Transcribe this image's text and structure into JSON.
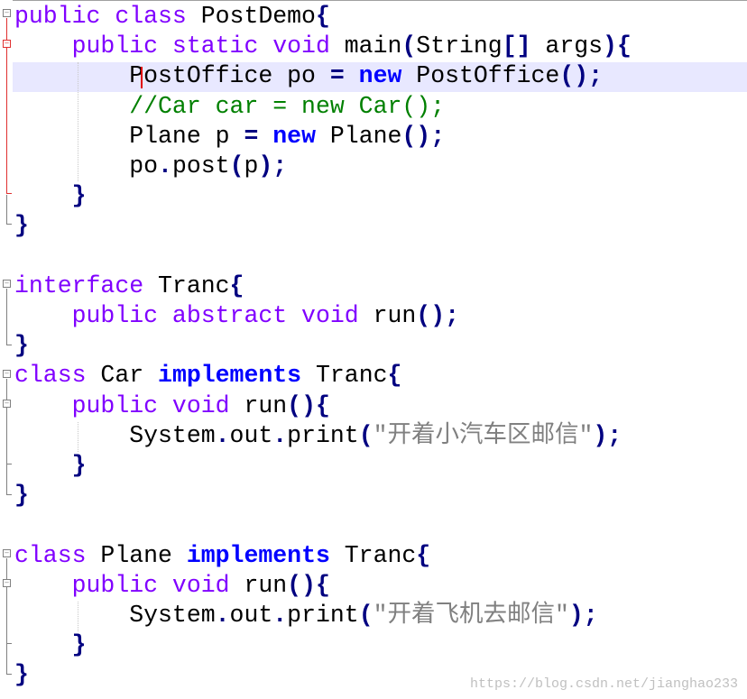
{
  "editor": {
    "lines": [
      {
        "segments": [
          {
            "t": "public class ",
            "c": "kw"
          },
          {
            "t": "PostDemo",
            "c": ""
          },
          {
            "t": "{",
            "c": "op"
          }
        ]
      },
      {
        "segments": [
          {
            "t": "    public static void ",
            "c": "kw"
          },
          {
            "t": "main",
            "c": ""
          },
          {
            "t": "(",
            "c": "op"
          },
          {
            "t": "String",
            "c": ""
          },
          {
            "t": "[]",
            "c": "op"
          },
          {
            "t": " args",
            "c": ""
          },
          {
            "t": "){",
            "c": "op"
          }
        ]
      },
      {
        "segments": [
          {
            "t": "        PostOffice po ",
            "c": ""
          },
          {
            "t": "=",
            "c": "op"
          },
          {
            "t": " ",
            "c": ""
          },
          {
            "t": "new",
            "c": "kb"
          },
          {
            "t": " PostOffice",
            "c": ""
          },
          {
            "t": "();",
            "c": "op"
          }
        ]
      },
      {
        "segments": [
          {
            "t": "        //Car car = new Car();",
            "c": "cm"
          }
        ]
      },
      {
        "segments": [
          {
            "t": "        Plane p ",
            "c": ""
          },
          {
            "t": "=",
            "c": "op"
          },
          {
            "t": " ",
            "c": ""
          },
          {
            "t": "new",
            "c": "kb"
          },
          {
            "t": " Plane",
            "c": ""
          },
          {
            "t": "();",
            "c": "op"
          }
        ]
      },
      {
        "segments": [
          {
            "t": "        po",
            "c": ""
          },
          {
            "t": ".",
            "c": "op"
          },
          {
            "t": "post",
            "c": ""
          },
          {
            "t": "(",
            "c": "op"
          },
          {
            "t": "p",
            "c": ""
          },
          {
            "t": ");",
            "c": "op"
          }
        ]
      },
      {
        "segments": [
          {
            "t": "    }",
            "c": "op"
          }
        ]
      },
      {
        "segments": [
          {
            "t": "}",
            "c": "op"
          }
        ]
      },
      {
        "segments": []
      },
      {
        "segments": [
          {
            "t": "interface ",
            "c": "kw"
          },
          {
            "t": "Tranc",
            "c": ""
          },
          {
            "t": "{",
            "c": "op"
          }
        ]
      },
      {
        "segments": [
          {
            "t": "    public abstract void ",
            "c": "kw"
          },
          {
            "t": "run",
            "c": ""
          },
          {
            "t": "();",
            "c": "op"
          }
        ]
      },
      {
        "segments": [
          {
            "t": "}",
            "c": "op"
          }
        ]
      },
      {
        "segments": [
          {
            "t": "class ",
            "c": "kw"
          },
          {
            "t": "Car ",
            "c": ""
          },
          {
            "t": "implements",
            "c": "kb"
          },
          {
            "t": " Tranc",
            "c": ""
          },
          {
            "t": "{",
            "c": "op"
          }
        ]
      },
      {
        "segments": [
          {
            "t": "    public void ",
            "c": "kw"
          },
          {
            "t": "run",
            "c": ""
          },
          {
            "t": "(){",
            "c": "op"
          }
        ]
      },
      {
        "segments": [
          {
            "t": "        System",
            "c": ""
          },
          {
            "t": ".",
            "c": "op"
          },
          {
            "t": "out",
            "c": ""
          },
          {
            "t": ".",
            "c": "op"
          },
          {
            "t": "print",
            "c": ""
          },
          {
            "t": "(",
            "c": "op"
          },
          {
            "t": "\"开着小汽车区邮信\"",
            "c": "str"
          },
          {
            "t": ");",
            "c": "op"
          }
        ]
      },
      {
        "segments": [
          {
            "t": "    }",
            "c": "op"
          }
        ]
      },
      {
        "segments": [
          {
            "t": "}",
            "c": "op"
          }
        ]
      },
      {
        "segments": []
      },
      {
        "segments": [
          {
            "t": "class ",
            "c": "kw"
          },
          {
            "t": "Plane ",
            "c": ""
          },
          {
            "t": "implements",
            "c": "kb"
          },
          {
            "t": " Tranc",
            "c": ""
          },
          {
            "t": "{",
            "c": "op"
          }
        ]
      },
      {
        "segments": [
          {
            "t": "    public void ",
            "c": "kw"
          },
          {
            "t": "run",
            "c": ""
          },
          {
            "t": "(){",
            "c": "op"
          }
        ]
      },
      {
        "segments": [
          {
            "t": "        System",
            "c": ""
          },
          {
            "t": ".",
            "c": "op"
          },
          {
            "t": "out",
            "c": ""
          },
          {
            "t": ".",
            "c": "op"
          },
          {
            "t": "print",
            "c": ""
          },
          {
            "t": "(",
            "c": "op"
          },
          {
            "t": "\"开着飞机去邮信\"",
            "c": "str"
          },
          {
            "t": ");",
            "c": "op"
          }
        ]
      },
      {
        "segments": [
          {
            "t": "    }",
            "c": "op"
          }
        ]
      },
      {
        "segments": [
          {
            "t": "}",
            "c": "op"
          }
        ]
      }
    ]
  },
  "watermark": "https://blog.csdn.net/jianghao233",
  "colors": {
    "keyword": "#8000ff",
    "keyword_bold": "#0000ff",
    "operator": "#000080",
    "string": "#808080",
    "comment": "#008000",
    "current_line": "#e8e8ff"
  }
}
